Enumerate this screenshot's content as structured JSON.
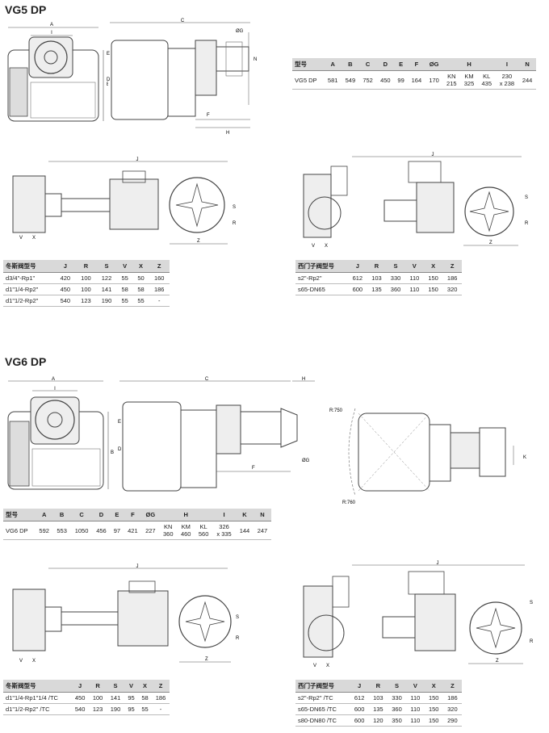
{
  "sections": {
    "vg5": {
      "title": "VG5 DP"
    },
    "vg6": {
      "title": "VG6 DP"
    }
  },
  "vg5_main_table": {
    "headers": [
      "型号",
      "A",
      "B",
      "C",
      "D",
      "E",
      "F",
      "ØG",
      "H",
      "I",
      "N"
    ],
    "h_sub": [
      "KN",
      "KM",
      "KL"
    ],
    "row": {
      "model": "VG5 DP",
      "vals": [
        "581",
        "549",
        "752",
        "450",
        "99",
        "164",
        "170"
      ],
      "h": [
        [
          "KN",
          "215"
        ],
        [
          "KM",
          "325"
        ],
        [
          "KL",
          "435"
        ]
      ],
      "i": [
        "230",
        "x 238"
      ],
      "n": "244"
    }
  },
  "vg5_dungs_table": {
    "headers": [
      "冬斯阀型号",
      "J",
      "R",
      "S",
      "V",
      "X",
      "Z"
    ],
    "rows": [
      [
        "d3/4\"-Rp1\"",
        "420",
        "100",
        "122",
        "55",
        "50",
        "160"
      ],
      [
        "d1\"1/4-Rp2\"",
        "450",
        "100",
        "141",
        "58",
        "58",
        "186"
      ],
      [
        "d1\"1/2-Rp2\"",
        "540",
        "123",
        "190",
        "55",
        "55",
        "-"
      ]
    ]
  },
  "vg5_siemens_table": {
    "headers": [
      "西门子阀型号",
      "J",
      "R",
      "S",
      "V",
      "X",
      "Z"
    ],
    "rows": [
      [
        "s2\"-Rp2\"",
        "612",
        "103",
        "330",
        "110",
        "150",
        "186"
      ],
      [
        "s65-DN65",
        "600",
        "135",
        "360",
        "110",
        "150",
        "320"
      ]
    ]
  },
  "vg6_main_table": {
    "headers": [
      "型号",
      "A",
      "B",
      "C",
      "D",
      "E",
      "F",
      "ØG",
      "H",
      "I",
      "K",
      "N"
    ],
    "row": {
      "model": "VG6 DP",
      "vals": [
        "592",
        "553",
        "1050",
        "456",
        "97",
        "421",
        "227"
      ],
      "h": [
        [
          "KN",
          "360"
        ],
        [
          "KM",
          "460"
        ],
        [
          "KL",
          "560"
        ]
      ],
      "i": [
        "326",
        "x 335"
      ],
      "k": "144",
      "n": "247"
    }
  },
  "vg6_dungs_table": {
    "headers": [
      "冬斯阀型号",
      "J",
      "R",
      "S",
      "V",
      "X",
      "Z"
    ],
    "rows": [
      [
        "d1\"1/4-Rp1\"1/4 /TC",
        "450",
        "100",
        "141",
        "95",
        "58",
        "186"
      ],
      [
        "d1\"1/2-Rp2\" /TC",
        "540",
        "123",
        "190",
        "95",
        "55",
        "-"
      ]
    ]
  },
  "vg6_siemens_table": {
    "headers": [
      "西门子阀型号",
      "J",
      "R",
      "S",
      "V",
      "X",
      "Z"
    ],
    "rows": [
      [
        "s2\"-Rp2\" /TC",
        "612",
        "103",
        "330",
        "110",
        "150",
        "186"
      ],
      [
        "s65-DN65 /TC",
        "600",
        "135",
        "360",
        "110",
        "150",
        "320"
      ],
      [
        "s80-DN80 /TC",
        "600",
        "120",
        "350",
        "110",
        "150",
        "290"
      ]
    ]
  },
  "drawing_labels": {
    "A": "A",
    "B": "B",
    "C": "C",
    "D": "D",
    "E": "E",
    "F": "F",
    "G": "ØG",
    "H": "H",
    "I": "I",
    "K": "K",
    "N": "N",
    "J": "J",
    "R": "R",
    "S": "S",
    "V": "V",
    "X": "X",
    "Z": "Z",
    "r750": "R:750",
    "r760": "R:760"
  }
}
